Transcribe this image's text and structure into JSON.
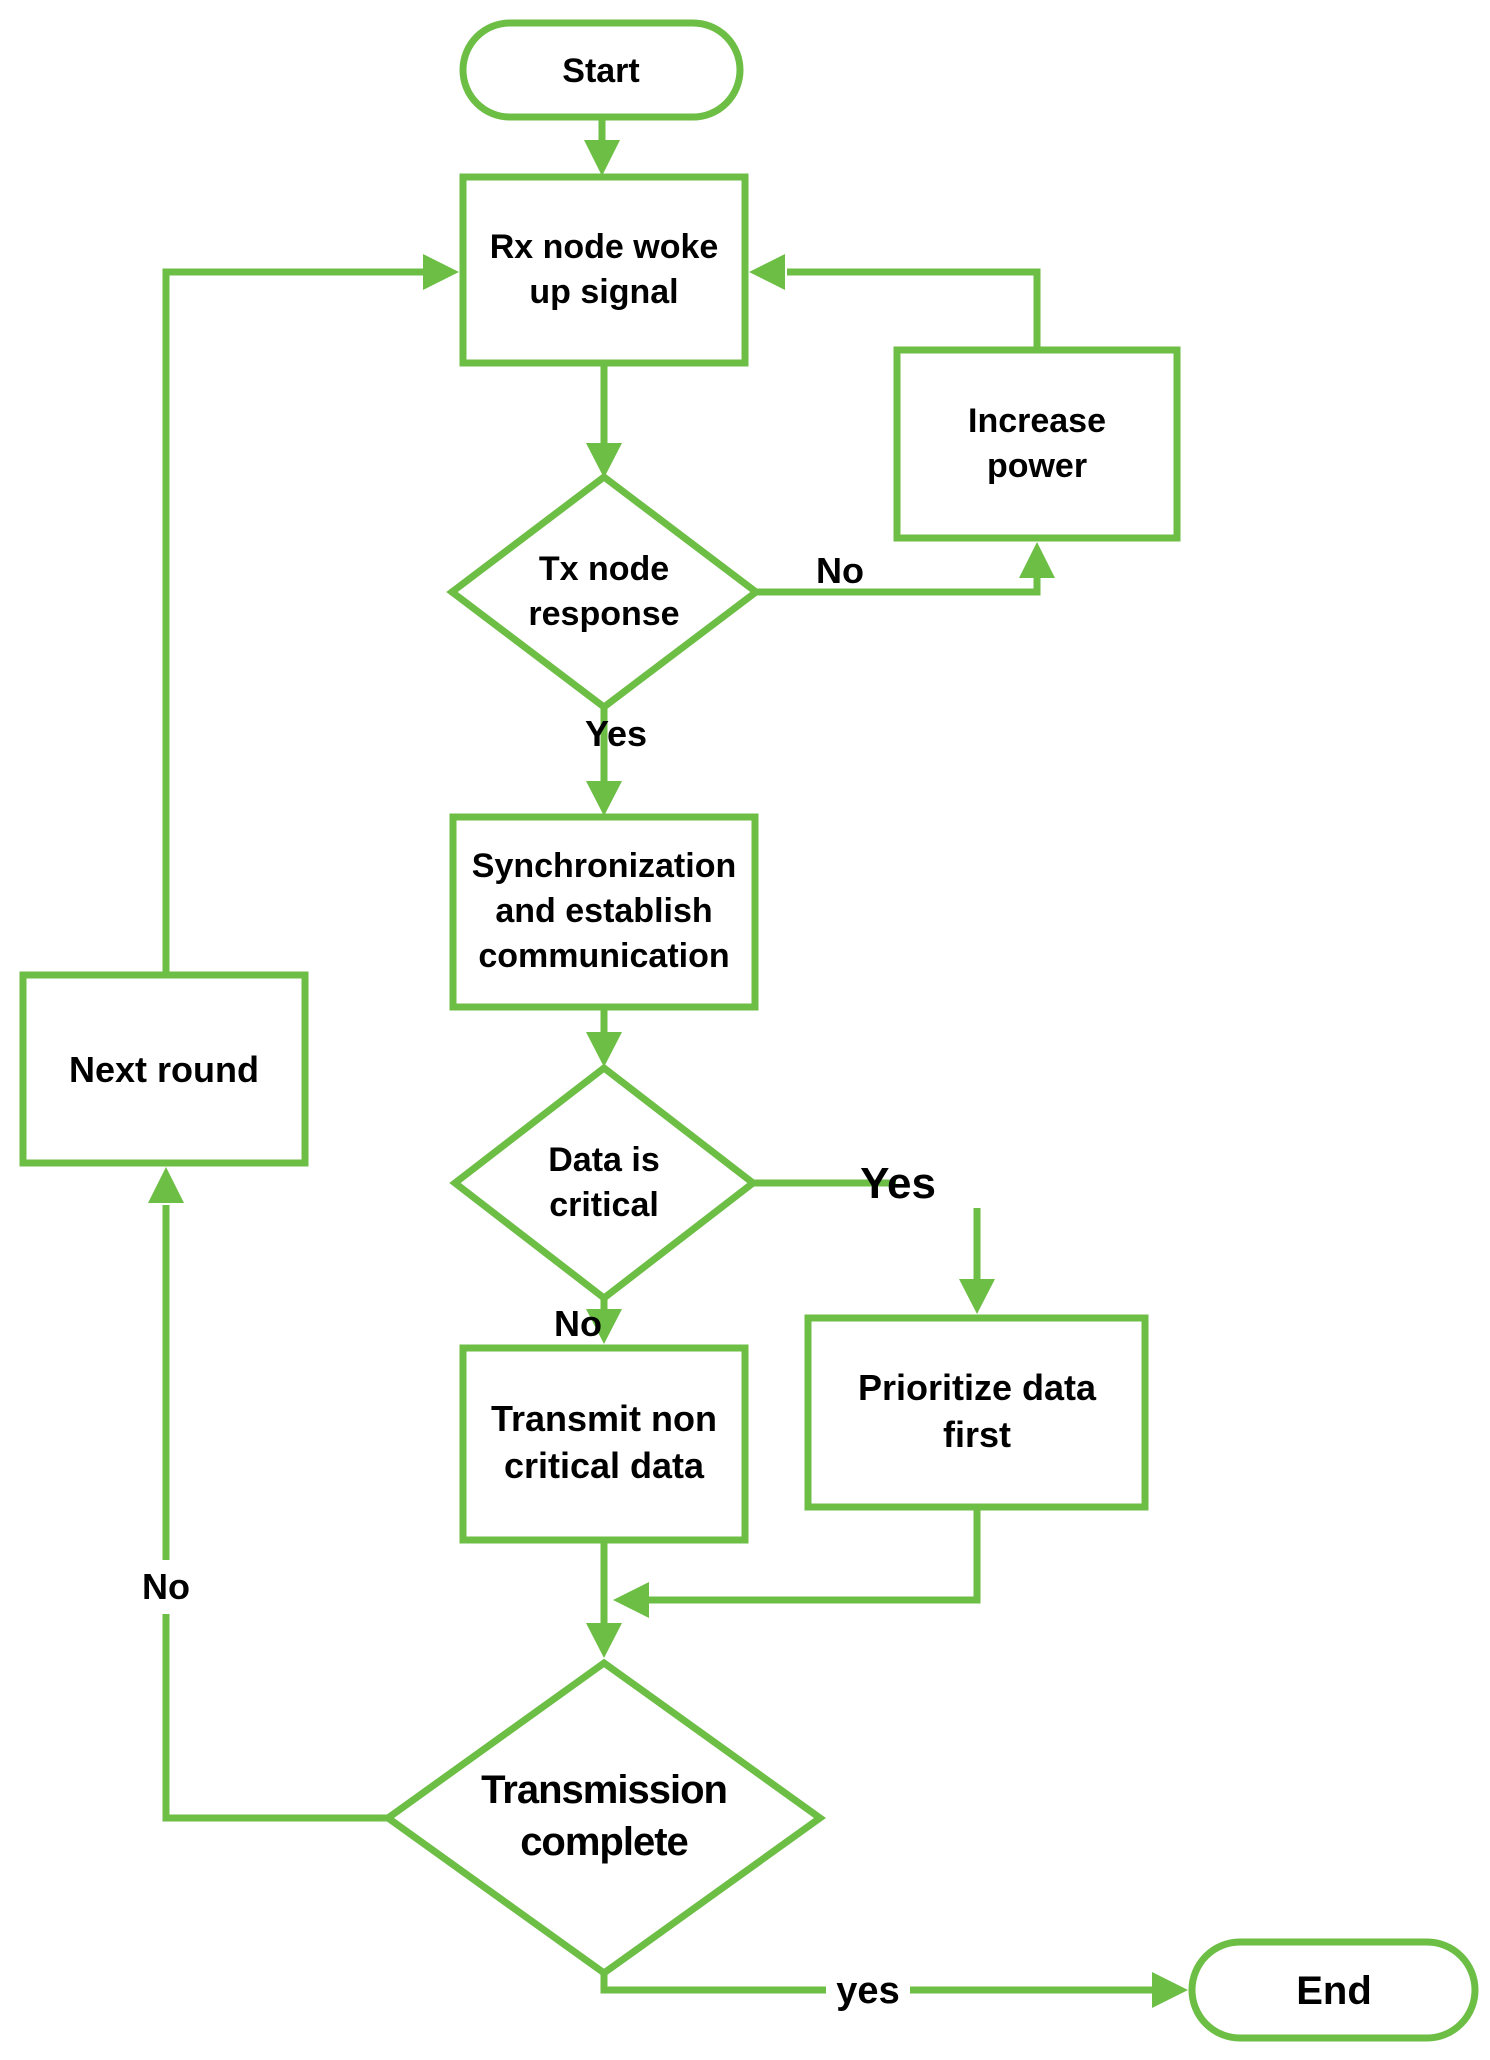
{
  "diagram": {
    "accent_color": "#6CBE45",
    "text_color": "#000000",
    "background_color": "#ffffff",
    "nodes": {
      "start": {
        "type": "terminator",
        "label": "Start"
      },
      "rx_node": {
        "type": "process",
        "lines": [
          "Rx node woke",
          "up signal"
        ]
      },
      "tx_response": {
        "type": "decision",
        "lines": [
          "Tx node",
          "response"
        ]
      },
      "increase_power": {
        "type": "process",
        "lines": [
          "Increase",
          "power"
        ]
      },
      "sync": {
        "type": "process",
        "lines": [
          "Synchronization",
          "and establish",
          "communication"
        ]
      },
      "data_critical": {
        "type": "decision",
        "lines": [
          "Data is",
          "critical"
        ]
      },
      "prioritize": {
        "type": "process",
        "lines": [
          "Prioritize data",
          "first"
        ]
      },
      "transmit": {
        "type": "process",
        "lines": [
          "Transmit non",
          "critical data"
        ]
      },
      "transmission_complete": {
        "type": "decision",
        "lines": [
          "Transmission",
          "complete"
        ]
      },
      "next_round": {
        "type": "process",
        "label": "Next round"
      },
      "end": {
        "type": "terminator",
        "label": "End"
      }
    },
    "edge_labels": {
      "tx_response_no": "No",
      "tx_response_yes": "Yes",
      "data_critical_yes": "Yes",
      "data_critical_no": "No",
      "transmission_no": "No",
      "transmission_yes": "yes"
    }
  }
}
